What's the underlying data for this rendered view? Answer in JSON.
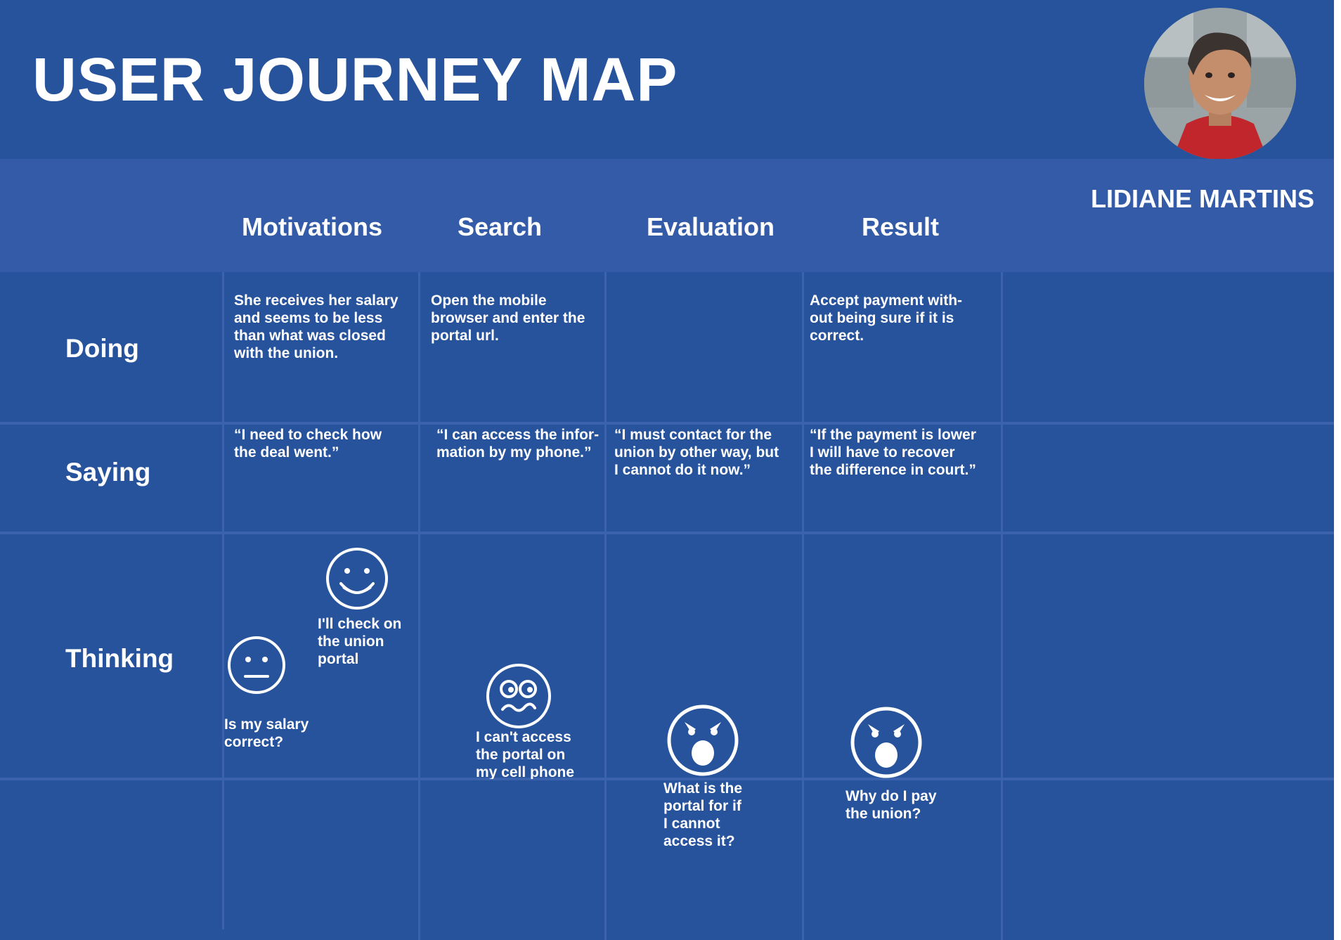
{
  "title": "USER JOURNEY MAP",
  "persona": {
    "name": "LIDIANE MARTINS",
    "photo": "persona-photo"
  },
  "stages": [
    "Motivations",
    "Search",
    "Evaluation",
    "Result"
  ],
  "rows": {
    "doing": {
      "label": "Doing",
      "cells": [
        "She receives her salary\nand seems to be less\nthan what was closed\nwith the union.",
        "Open the mobile\nbrowser and enter the\nportal url.",
        "",
        "Accept payment with-\nout being sure if it is\ncorrect."
      ]
    },
    "saying": {
      "label": "Saying",
      "cells": [
        "“I need to check how\nthe deal went.”",
        "“I can access the infor-\nmation by my phone.”",
        "“I must contact for the\nunion by other way, but\nI cannot do it now.”",
        "“If the payment is lower\nI will have to recover\nthe difference in court.”"
      ]
    },
    "thinking": {
      "label": "Thinking",
      "items": [
        {
          "stage": "Motivations",
          "emotion": "neutral-face-icon",
          "text": "Is my salary\ncorrect?"
        },
        {
          "stage": "Motivations",
          "emotion": "smiling-face-icon",
          "text": "I'll check on\nthe union\n portal"
        },
        {
          "stage": "Search",
          "emotion": "confused-face-icon",
          "text": "I can't access\n the portal on\n my cell phone"
        },
        {
          "stage": "Evaluation",
          "emotion": "angry-face-icon",
          "text": "What is the\n portal for if\n I cannot\n access it?"
        },
        {
          "stage": "Result",
          "emotion": "angry-face-icon",
          "text": "Why do I pay\nthe union?"
        }
      ]
    }
  },
  "colors": {
    "background": "#27539c",
    "header_band": "#345ba7",
    "grid_line": "#3a62ad",
    "text": "#ffffff"
  }
}
